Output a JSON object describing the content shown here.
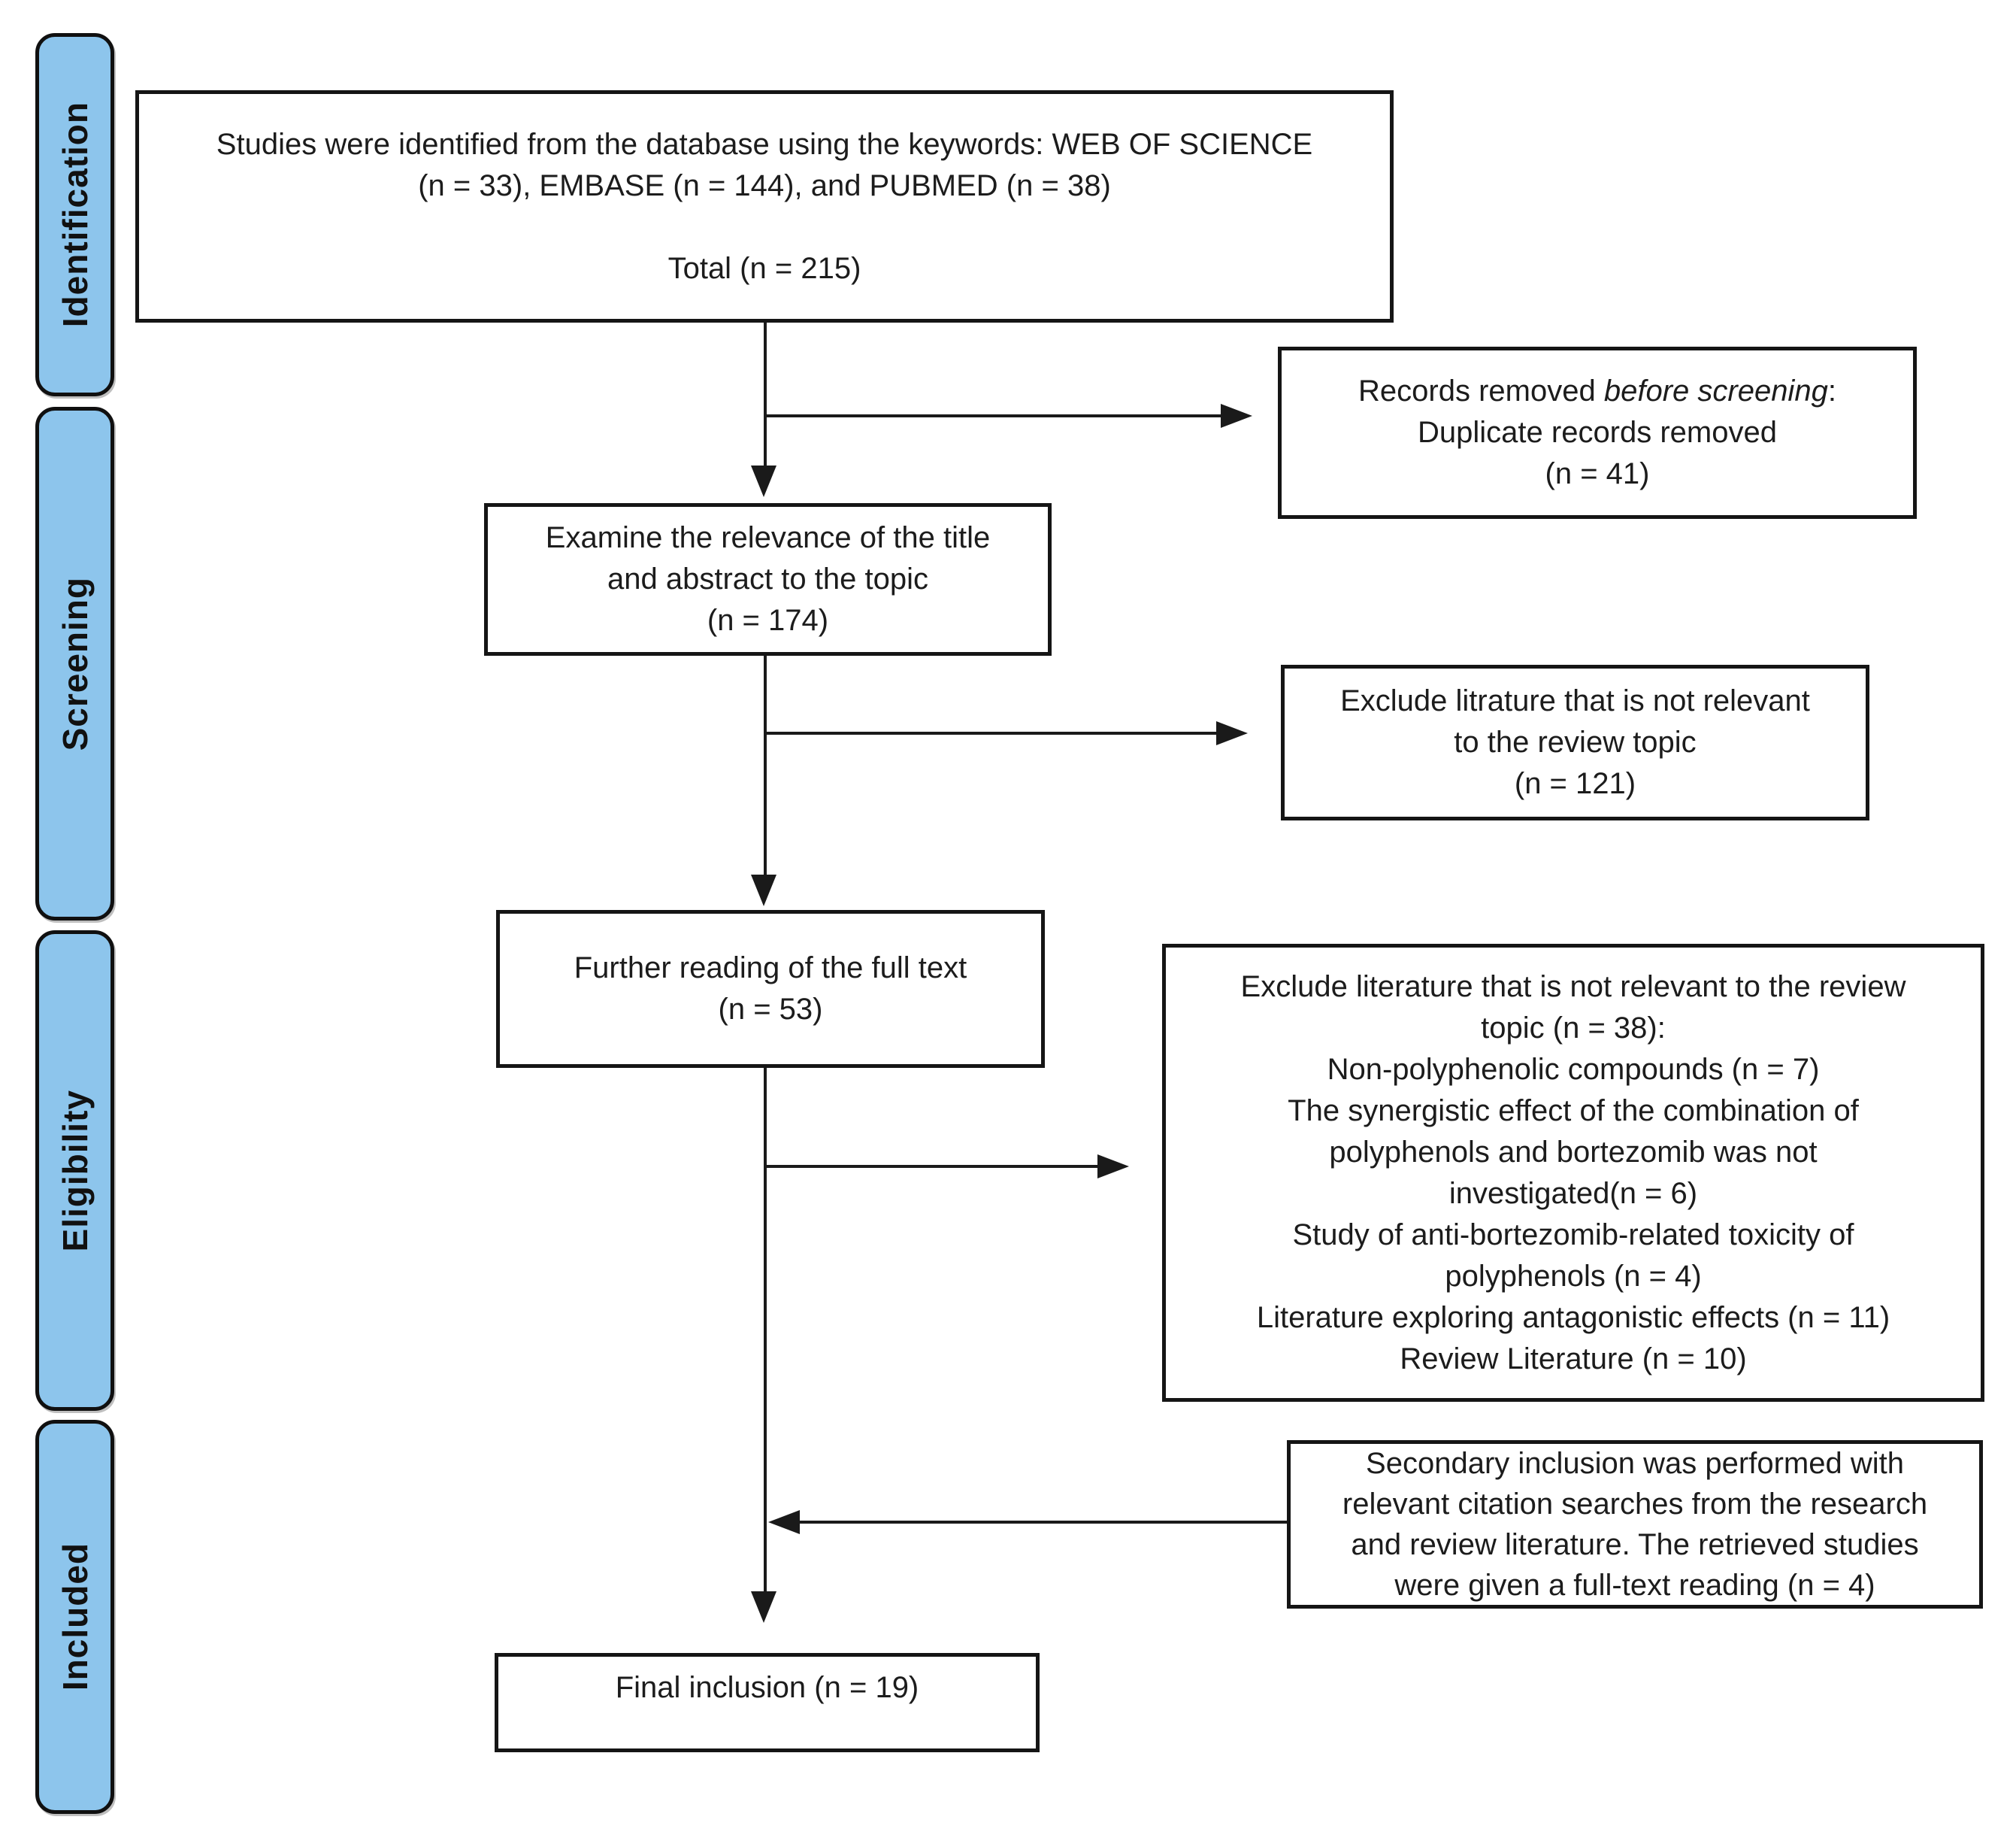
{
  "stages": {
    "identification": "Identification",
    "screening": "Screening",
    "eligibility": "Eligibility",
    "included": "Included"
  },
  "boxes": {
    "identification_sources": {
      "lines": [
        "Studies were identified from the database using the keywords: WEB OF SCIENCE",
        "(n = 33), EMBASE (n = 144), and PUBMED (n = 38)",
        "",
        "Total (n = 215)"
      ]
    },
    "records_removed": {
      "line1_prefix": "Records removed ",
      "line1_italic": "before screening",
      "line1_suffix": ":",
      "rest": [
        "Duplicate records removed",
        "(n = 41)"
      ]
    },
    "title_abstract_screening": {
      "lines": [
        "Examine the relevance of the title",
        "and abstract to the topic",
        "(n = 174)"
      ]
    },
    "exclude_screening": {
      "lines": [
        "Exclude litrature that is not relevant",
        "to the review topic",
        "(n = 121)"
      ]
    },
    "full_text_reading": {
      "lines": [
        "Further reading of the full text",
        "(n = 53)"
      ]
    },
    "exclude_eligibility": {
      "lines": [
        "Exclude literature that is not relevant to the review",
        "topic (n = 38):",
        "Non-polyphenolic compounds (n = 7)",
        "The synergistic effect of the combination of",
        "polyphenols and bortezomib was not",
        "investigated(n = 6)",
        "Study of anti-bortezomib-related toxicity of",
        "polyphenols (n = 4)",
        "Literature exploring antagonistic effects (n = 11)",
        "Review Literature (n = 10)"
      ]
    },
    "secondary_inclusion": {
      "lines": [
        "Secondary inclusion was performed with",
        "relevant citation searches from the research",
        "and review literature. The retrieved studies",
        "were given a full-text reading (n = 4)"
      ]
    },
    "final_inclusion": {
      "lines": [
        "Final inclusion (n = 19)"
      ]
    }
  },
  "arrows": [
    {
      "from": "identification_sources",
      "to": "title_abstract_screening",
      "direction": "down"
    },
    {
      "from": "identification_sources",
      "to": "records_removed",
      "direction": "right"
    },
    {
      "from": "title_abstract_screening",
      "to": "full_text_reading",
      "direction": "down"
    },
    {
      "from": "title_abstract_screening",
      "to": "exclude_screening",
      "direction": "right"
    },
    {
      "from": "full_text_reading",
      "to": "final_inclusion",
      "direction": "down"
    },
    {
      "from": "full_text_reading",
      "to": "exclude_eligibility",
      "direction": "right"
    },
    {
      "from": "secondary_inclusion",
      "to": "final_inclusion",
      "direction": "left"
    }
  ],
  "colors": {
    "background": "#ffffff",
    "tab_fill": "#8dc5ec",
    "tab_border": "#101010",
    "box_border": "#151515",
    "arrow": "#1a1a1a",
    "text": "#1c1c1c"
  }
}
